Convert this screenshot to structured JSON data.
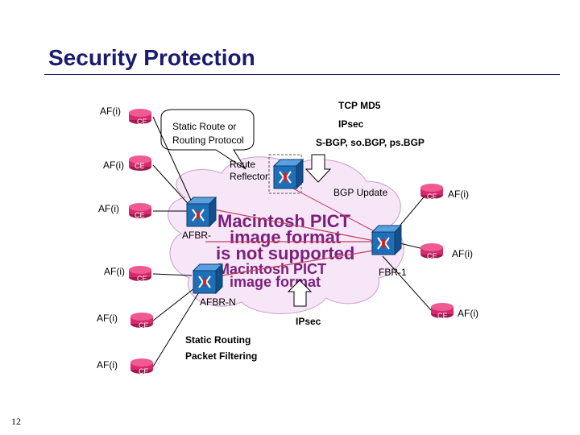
{
  "title": "Security Protection",
  "page_number": "12",
  "callout": {
    "line1": "Static Route or",
    "line2": "Routing Protocol"
  },
  "tcp_block": {
    "line1": "TCP MD5",
    "line2": "IPsec",
    "line3": "S-BGP, so.BGP, ps.BGP"
  },
  "route_reflector": {
    "line1": "Route",
    "line2": "Reflector"
  },
  "bgp_update": "BGP Update",
  "afbr_labels": {
    "afbr1": "AFBR-",
    "fbr1": "FBR-1",
    "afbrn": "AFBR-N"
  },
  "ipsec_bottom": "IPsec",
  "static_block": {
    "line1": "Static Routing",
    "line2": "Packet Filtering"
  },
  "af_label": "AF(i)",
  "ce_label": "CE",
  "pict_placeholder": {
    "line1": "Macintosh PICT",
    "line2": "image format",
    "line3": "is not supported"
  },
  "colors": {
    "title": "#1a1a6e",
    "ce_router": "#d8286e",
    "core_router": "#1e6fb8",
    "cloud": "#f7e6f7",
    "placeholder_text": "#7b1f7b"
  }
}
